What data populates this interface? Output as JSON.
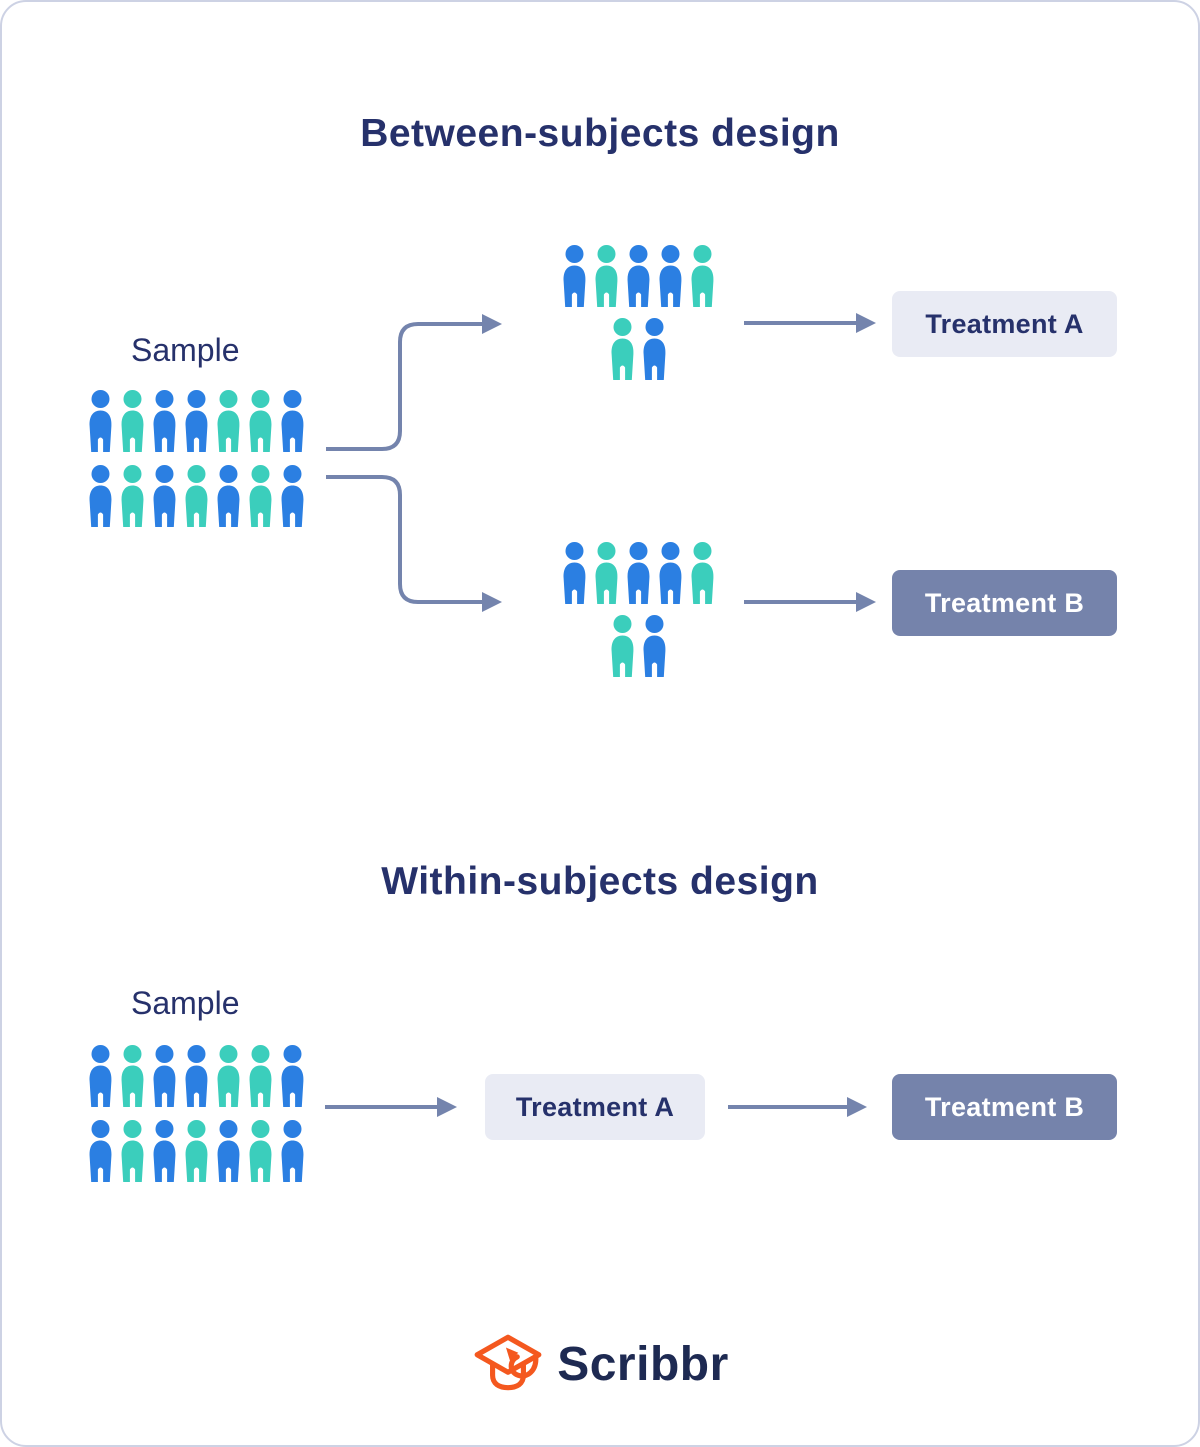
{
  "colors": {
    "blue": "#2b7fe2",
    "teal": "#3bcebc",
    "arrow": "#7484ad",
    "navy": "#26316b",
    "box_light": "#e9ebf4",
    "box_dark": "#7583ab",
    "logo_navy": "#1e2a52",
    "logo_orange": "#f4581f",
    "card_border": "#cdd2e4"
  },
  "between": {
    "title": "Between-subjects design",
    "sample_label": "Sample",
    "sample_rows": [
      [
        "blue",
        "teal",
        "blue",
        "blue",
        "teal",
        "teal",
        "blue"
      ],
      [
        "blue",
        "teal",
        "blue",
        "teal",
        "blue",
        "teal",
        "blue"
      ]
    ],
    "group_a_rows": [
      [
        "blue",
        "teal",
        "blue",
        "blue",
        "teal"
      ],
      [
        "teal",
        "blue"
      ]
    ],
    "group_b_rows": [
      [
        "blue",
        "teal",
        "blue",
        "blue",
        "teal"
      ],
      [
        "teal",
        "blue"
      ]
    ],
    "treatment_a": "Treatment A",
    "treatment_b": "Treatment B"
  },
  "within": {
    "title": "Within-subjects design",
    "sample_label": "Sample",
    "sample_rows": [
      [
        "blue",
        "teal",
        "blue",
        "blue",
        "teal",
        "teal",
        "blue"
      ],
      [
        "blue",
        "teal",
        "blue",
        "teal",
        "blue",
        "teal",
        "blue"
      ]
    ],
    "treatment_a": "Treatment A",
    "treatment_b": "Treatment B"
  },
  "footer": {
    "brand": "Scribbr",
    "logo_icon": "graduation-cap-icon"
  }
}
